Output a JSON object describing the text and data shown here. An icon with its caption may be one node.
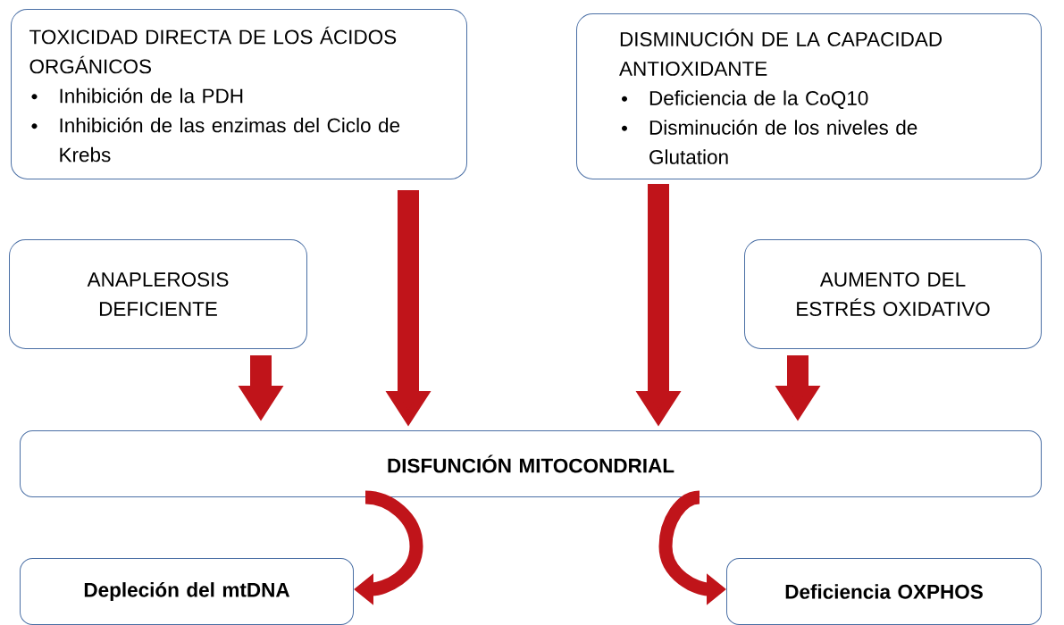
{
  "diagram": {
    "nodes": [
      {
        "text": [
          "TOXICIDAD DIRECTA DE LOS ÁCIDOS ORGÁNICOS",
          "Inhibición de la PDH",
          "Inhibición de las enzimas del Ciclo de Krebs"
        ]
      },
      {
        "text": [
          "DISMINUCIÓN DE LA CAPACIDAD ANTIOXIDANTE",
          "Deficiencia de la CoQ10",
          "Disminución de los niveles de Glutation"
        ]
      },
      {
        "text": [
          "ANAPLEROSIS DEFICIENTE"
        ]
      },
      {
        "text": [
          "AUMENTO DEL ESTRÉS OXIDATIVO"
        ]
      },
      {
        "text": [
          "DISFUNCIÓN MITOCONDRIAL"
        ]
      },
      {
        "text": [
          "Depleción del mtDNA"
        ]
      },
      {
        "text": [
          "Deficiencia OXPHOS"
        ]
      }
    ],
    "edges": [
      {
        "from": 2,
        "to": 4,
        "arrow": "to"
      },
      {
        "from": 0,
        "to": 4,
        "arrow": "to"
      },
      {
        "from": 1,
        "to": 4,
        "arrow": "to"
      },
      {
        "from": 3,
        "to": 4,
        "arrow": "to"
      },
      {
        "from": 4,
        "to": 5,
        "arrow": "to"
      },
      {
        "from": 4,
        "to": 6,
        "arrow": "to"
      }
    ]
  }
}
